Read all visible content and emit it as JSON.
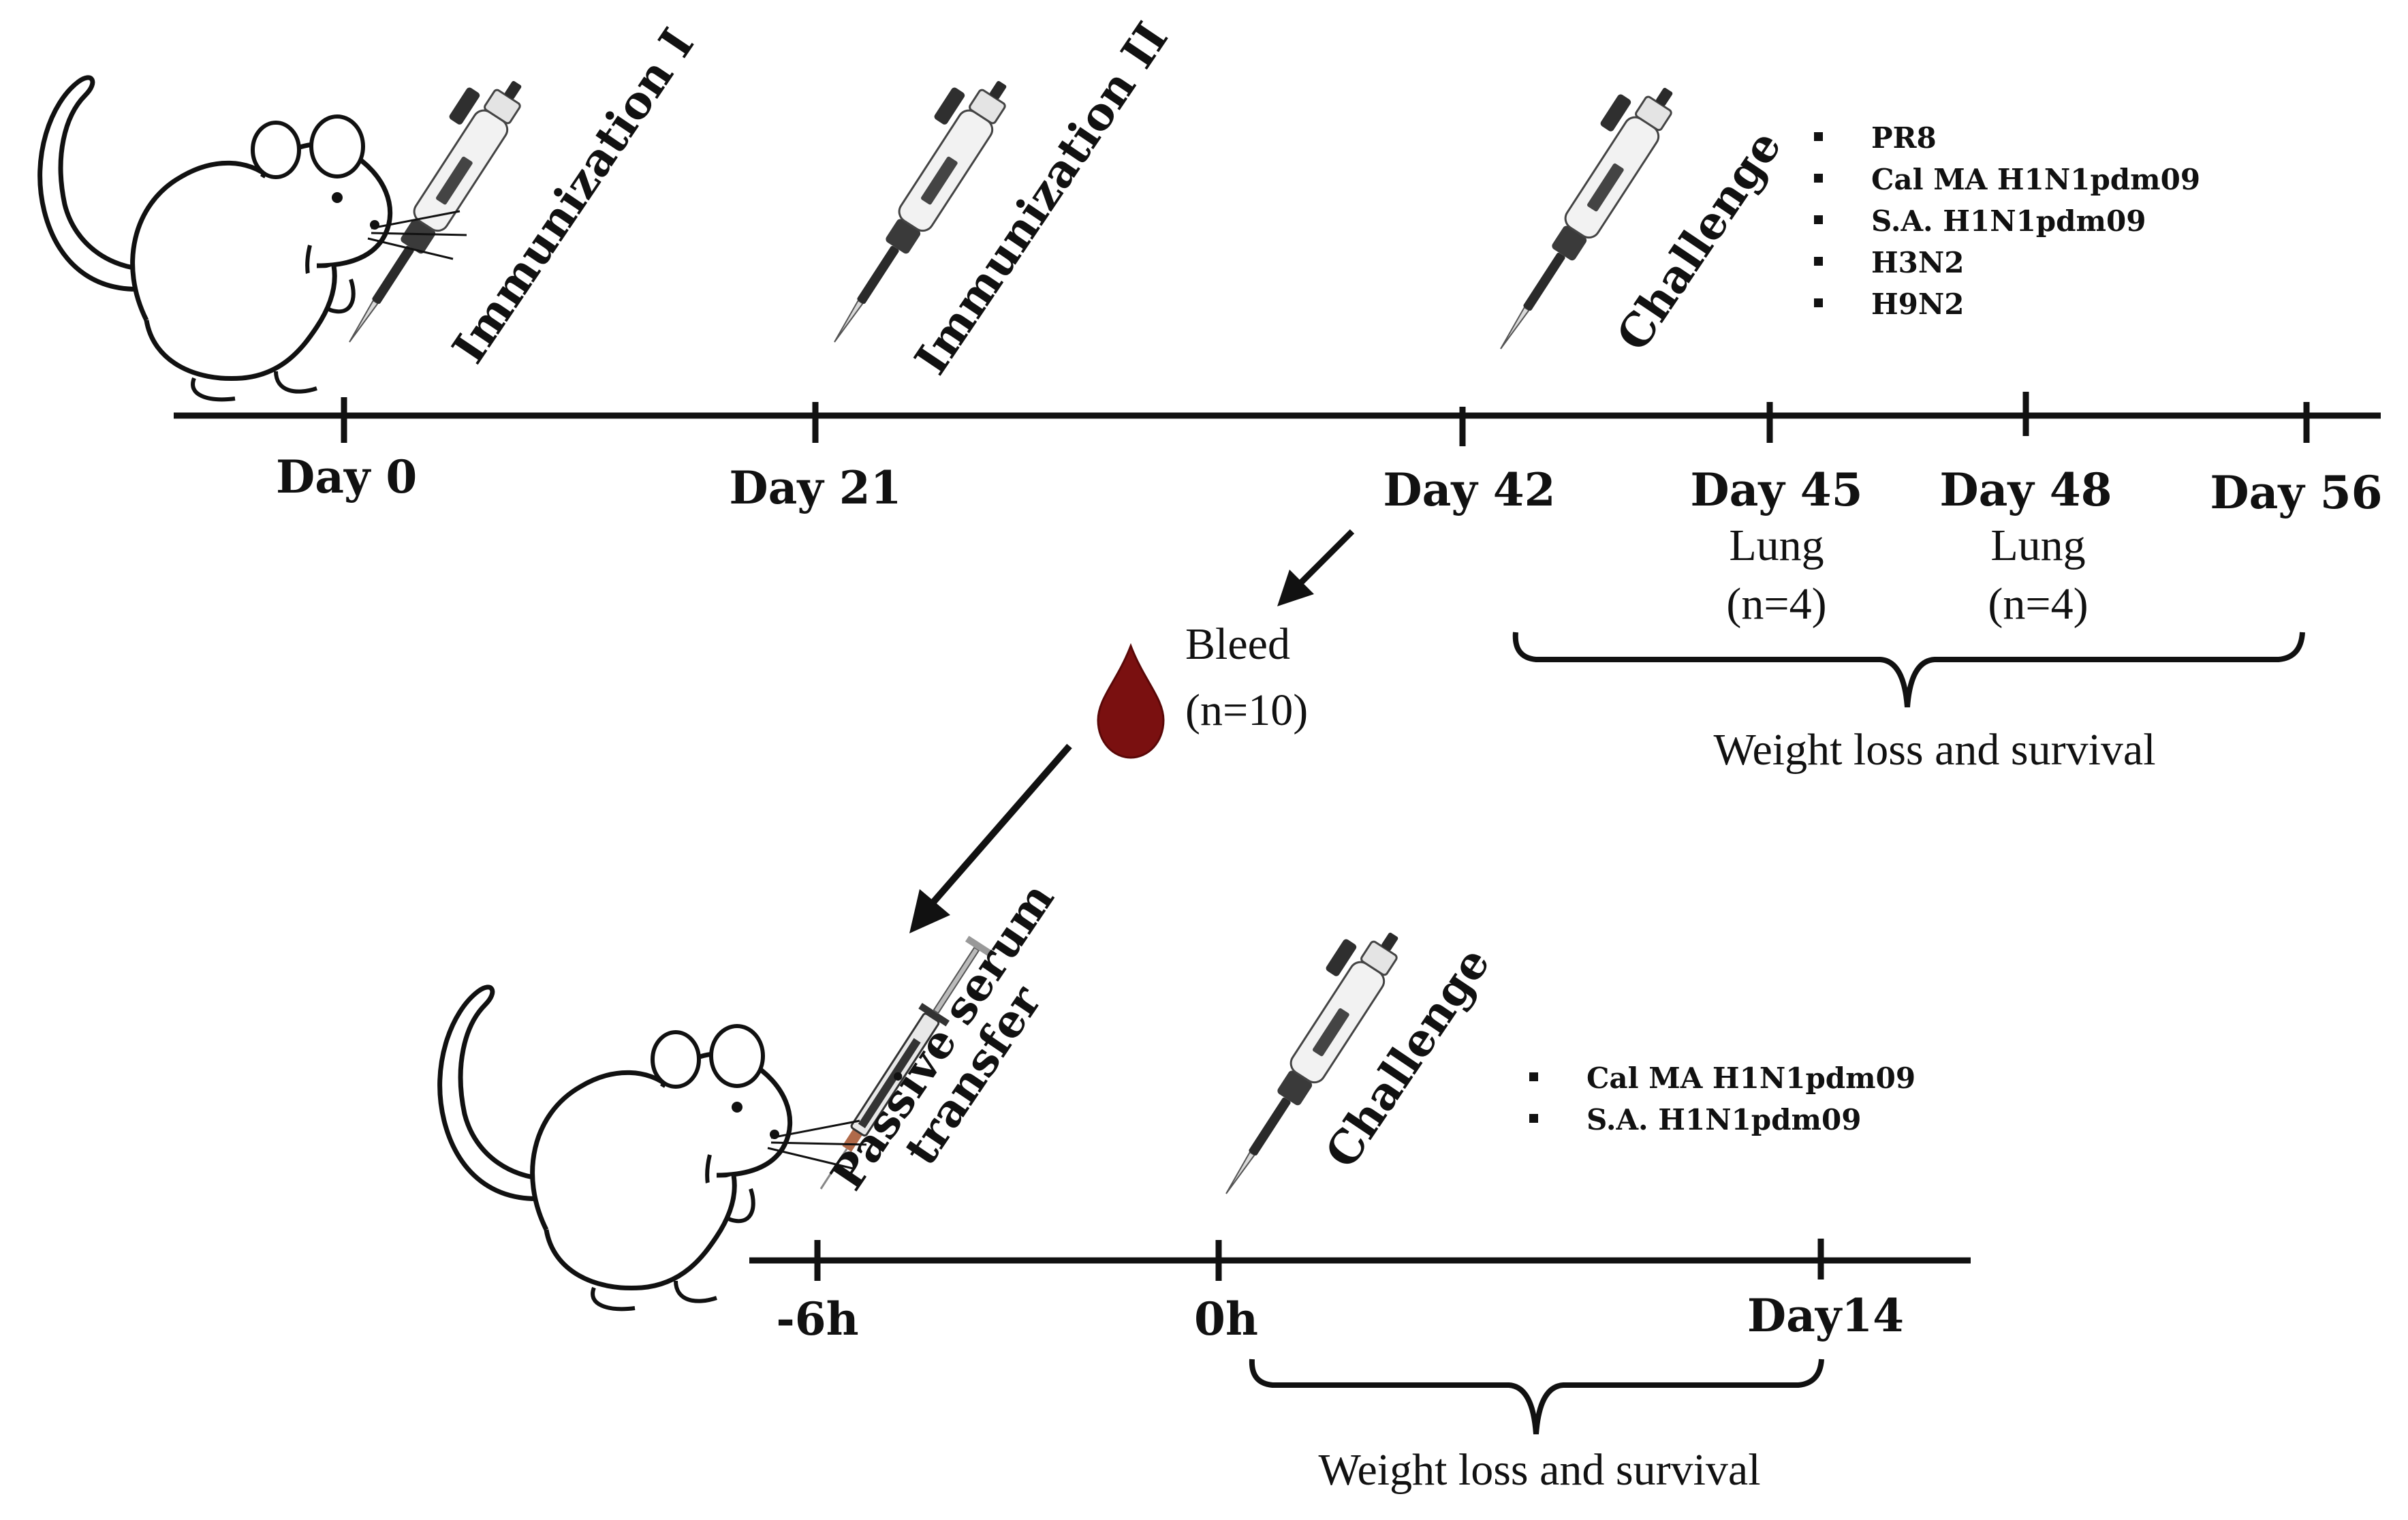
{
  "top_timeline": {
    "steps": [
      {
        "label": "Immunization I"
      },
      {
        "label": "Immunization II"
      },
      {
        "label": "Challenge"
      }
    ],
    "ticks": [
      "Day 0",
      "Day 21",
      "Day 42",
      "Day 45",
      "Day 48",
      "Day 56"
    ],
    "lung_sampling": [
      {
        "label": "Lung",
        "n": "(n=4)"
      },
      {
        "label": "Lung",
        "n": "(n=4)"
      }
    ],
    "strains": [
      "PR8",
      "Cal MA H1N1pdm09",
      "S.A. H1N1pdm09",
      "H3N2",
      "H9N2"
    ],
    "outcome": "Weight loss and survival"
  },
  "bleed": {
    "label": "Bleed",
    "n": "(n=10)"
  },
  "bottom_timeline": {
    "steps": [
      {
        "line1": "Passive serum",
        "line2": "transfer"
      },
      {
        "label": "Challenge"
      }
    ],
    "ticks": [
      "-6h",
      "0h",
      "Day14"
    ],
    "strains": [
      "Cal MA H1N1pdm09",
      "S.A. H1N1pdm09"
    ],
    "outcome": "Weight loss and survival"
  },
  "colors": {
    "line": "#111111",
    "blood": "#7a1010",
    "pipette_body": "#f2f2f2",
    "pipette_dark": "#2a2a2a"
  },
  "icons": [
    "mouse-icon",
    "pipette-icon",
    "syringe-icon",
    "blood-drop-icon"
  ]
}
